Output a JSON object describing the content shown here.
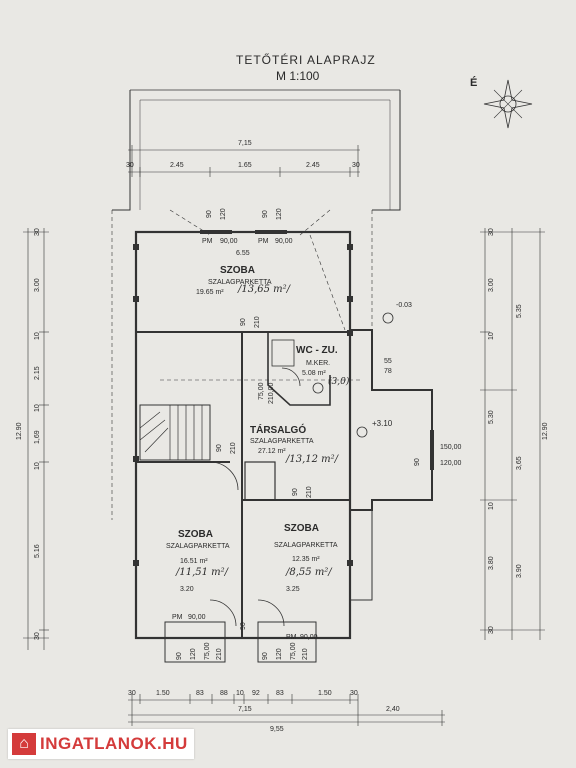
{
  "title": "TETŐTÉRI ALAPRAJZ",
  "scale": "M 1:100",
  "compass_label": "É",
  "rooms": {
    "szoba_top": {
      "name": "SZOBA",
      "floor": "SZALAGPARKETTA",
      "area": "19.65 m²",
      "handwritten": "/13,65 m²/"
    },
    "wc": {
      "name": "WC - ZU.",
      "floor": "M.KER.",
      "area": "5.08 m²",
      "handwritten": "(3,0)"
    },
    "tarsalgo": {
      "name": "TÁRSALGÓ",
      "floor": "SZALAGPARKETTA",
      "area": "27.12 m²",
      "handwritten": "/13,12 m²/"
    },
    "szoba_left": {
      "name": "SZOBA",
      "floor": "SZALAGPARKETTA",
      "area": "16.51 m²",
      "handwritten": "/11,51 m²/",
      "width": "3.20"
    },
    "szoba_right": {
      "name": "SZOBA",
      "floor": "SZALAGPARKETTA",
      "area": "12.35 m²",
      "handwritten": "/8,55 m²/",
      "width": "3.25"
    }
  },
  "top_dims": {
    "total": "7,15",
    "a": "30",
    "b": "2.45",
    "c": "1.65",
    "d": "2.45",
    "e": "30",
    "inner": "6.55"
  },
  "openings": {
    "pm": "PM",
    "w90": "90,00",
    "d90": "90",
    "d120": "120",
    "d210": "210",
    "d75": "75,00",
    "d210b": "210,00",
    "d150": "150,00",
    "d120b": "120,00",
    "level": "+3.10",
    "level_low": "-0.03",
    "n55": "55",
    "n78": "78"
  },
  "bottom_dims": {
    "a": "30",
    "b": "1.50",
    "c": "83",
    "d": "88",
    "e": "10",
    "f": "92",
    "g": "83",
    "h": "1.50",
    "i": "30",
    "total1": "7,15",
    "total2": "9,55",
    "right": "2,40"
  },
  "left_dims": {
    "a": "30",
    "b": "3.00",
    "c": "10",
    "d": "2.15",
    "e": "10",
    "f": "1,69",
    "g": "10",
    "h": "5.16",
    "i": "30",
    "total": "12.90"
  },
  "right_dims": {
    "a": "30",
    "b": "3.00",
    "c": "10",
    "d": "5.35",
    "e": "5.30",
    "f": "3,65",
    "g": "10",
    "h": "3.80",
    "i": "3.90",
    "j": "30",
    "total": "12.90"
  },
  "logo": {
    "text": "INGATLANOK.HU",
    "icon": "house-icon"
  }
}
